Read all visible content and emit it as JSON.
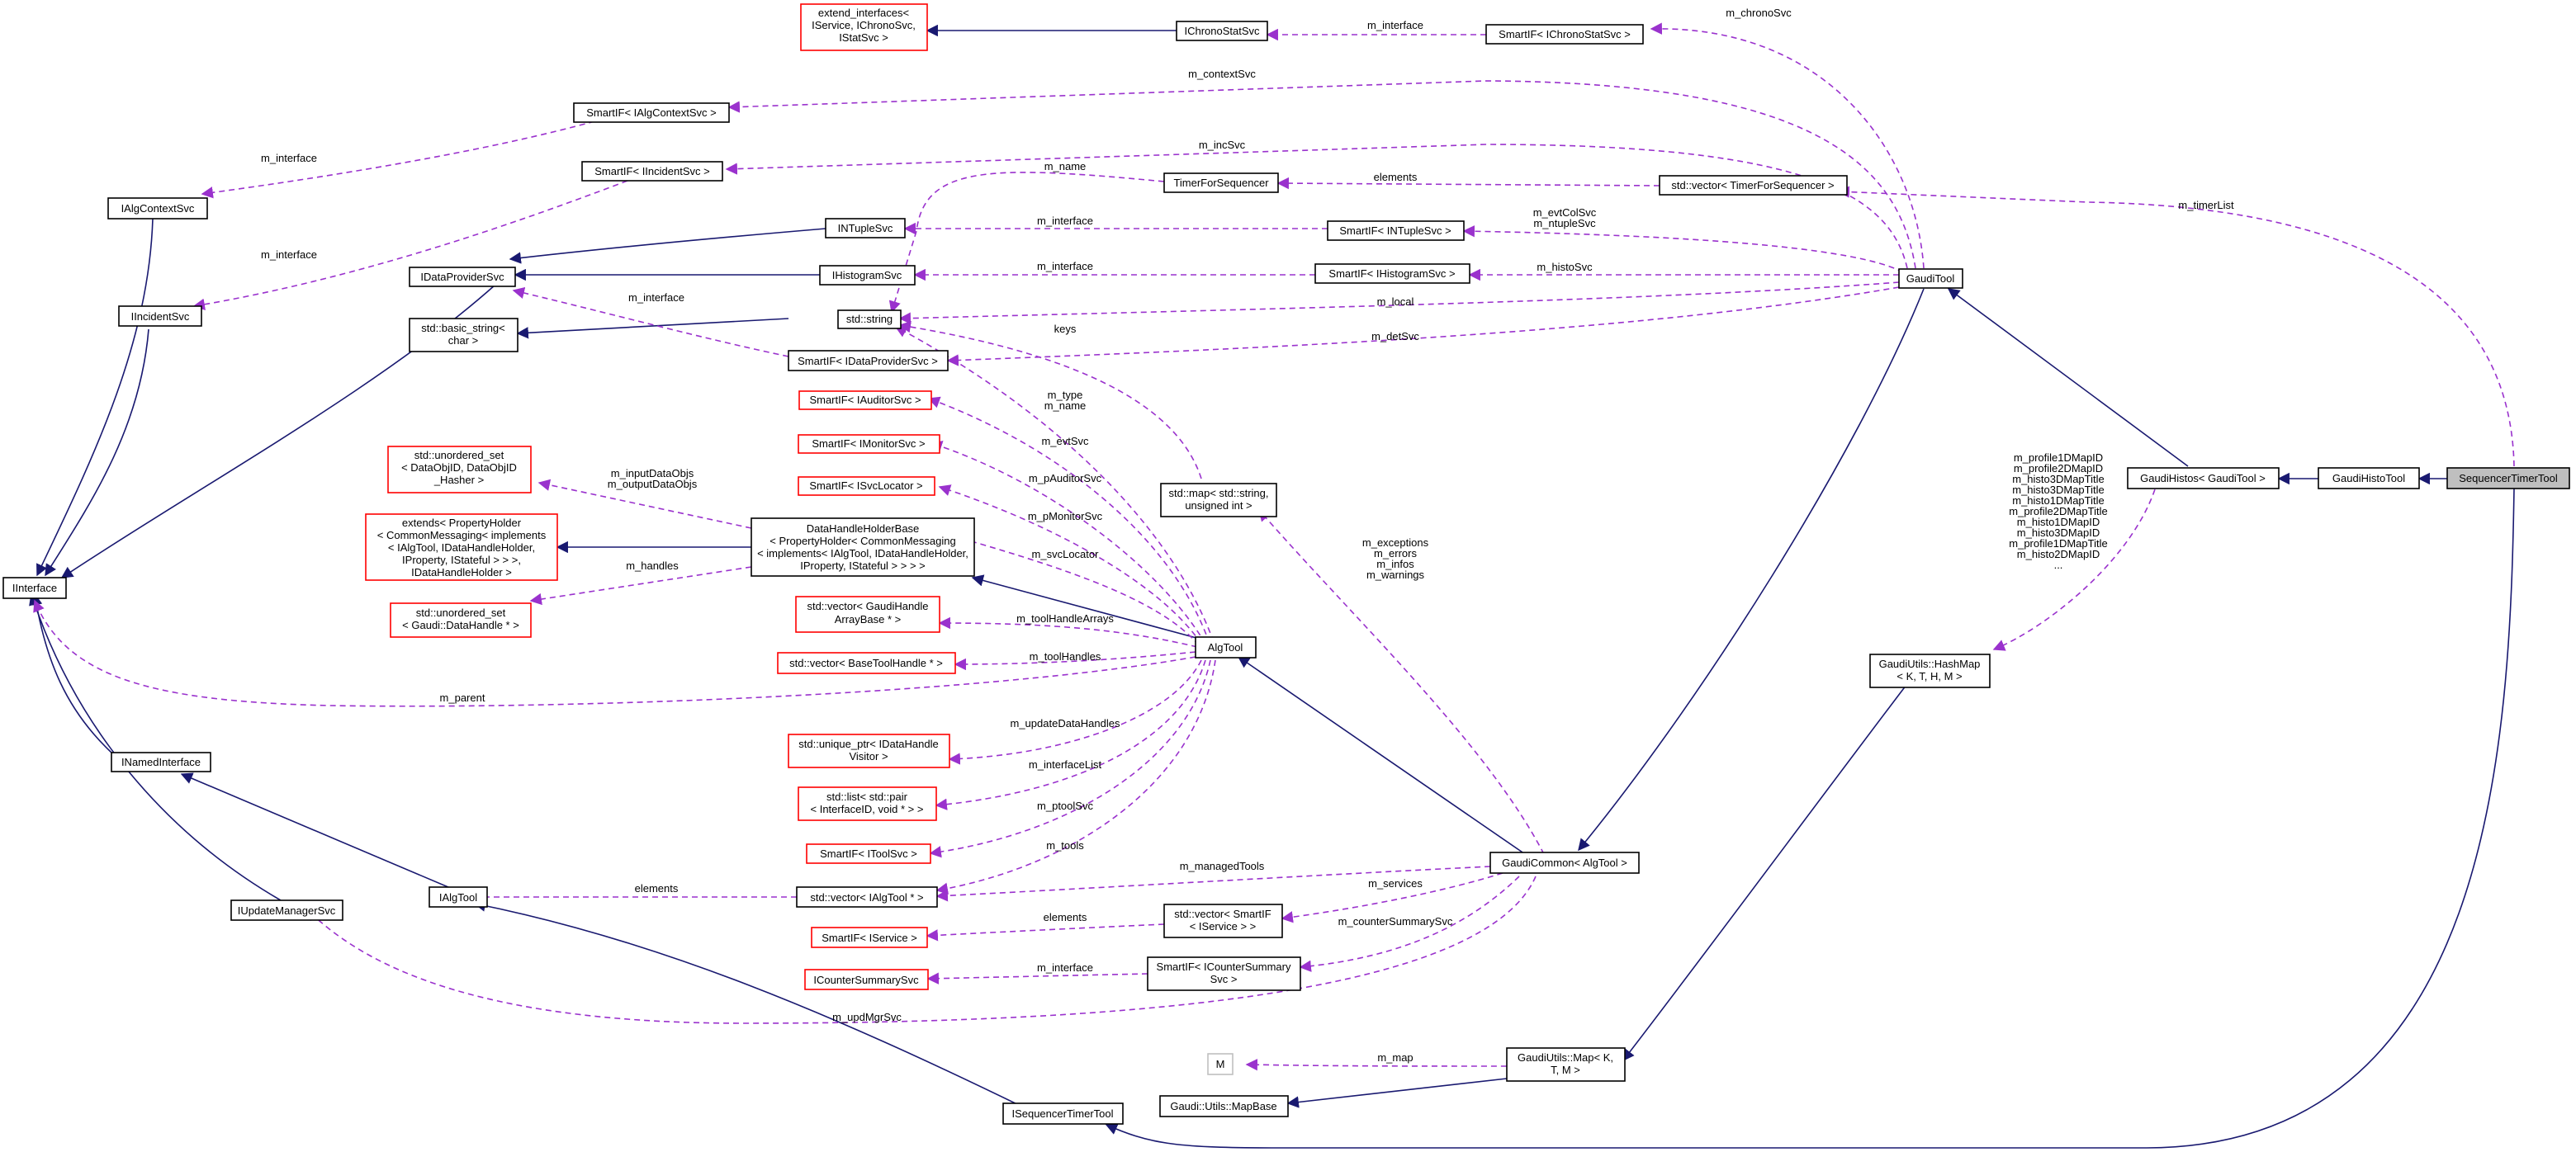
{
  "colors": {
    "inheritance": "#191970",
    "usage": "#9a32cd",
    "highlight_fill": "#bfbfbf",
    "incomplete_border": "#ff0000"
  },
  "nodes": [
    {
      "id": "extend_interfaces",
      "lines": [
        "extend_interfaces<",
        "IService, IChronoSvc,",
        "IStatSvc >"
      ],
      "style": "red"
    },
    {
      "id": "IChronoStatSvc",
      "lines": [
        "IChronoStatSvc"
      ],
      "style": "black"
    },
    {
      "id": "SmartIF_IChronoStatSvc",
      "lines": [
        "SmartIF< IChronoStatSvc >"
      ],
      "style": "black"
    },
    {
      "id": "SmartIF_IAlgContextSvc",
      "lines": [
        "SmartIF< IAlgContextSvc >"
      ],
      "style": "black"
    },
    {
      "id": "SmartIF_IIncidentSvc",
      "lines": [
        "SmartIF< IIncidentSvc >"
      ],
      "style": "black"
    },
    {
      "id": "TimerForSequencer",
      "lines": [
        "TimerForSequencer"
      ],
      "style": "black"
    },
    {
      "id": "vector_TimerForSequencer",
      "lines": [
        "std::vector< TimerForSequencer >"
      ],
      "style": "black"
    },
    {
      "id": "IAlgContextSvc",
      "lines": [
        "IAlgContextSvc"
      ],
      "style": "black"
    },
    {
      "id": "INTupleSvc",
      "lines": [
        "INTupleSvc"
      ],
      "style": "black"
    },
    {
      "id": "SmartIF_INTupleSvc",
      "lines": [
        "SmartIF< INTupleSvc >"
      ],
      "style": "black"
    },
    {
      "id": "IDataProviderSvc",
      "lines": [
        "IDataProviderSvc"
      ],
      "style": "black"
    },
    {
      "id": "IHistogramSvc",
      "lines": [
        "IHistogramSvc"
      ],
      "style": "black"
    },
    {
      "id": "SmartIF_IHistogramSvc",
      "lines": [
        "SmartIF< IHistogramSvc >"
      ],
      "style": "black"
    },
    {
      "id": "GaudiTool",
      "lines": [
        "GaudiTool"
      ],
      "style": "black"
    },
    {
      "id": "IIncidentSvc",
      "lines": [
        "IIncidentSvc"
      ],
      "style": "black"
    },
    {
      "id": "basic_string",
      "lines": [
        "std::basic_string<",
        "char >"
      ],
      "style": "black"
    },
    {
      "id": "std_string",
      "lines": [
        "std::string"
      ],
      "style": "black"
    },
    {
      "id": "SmartIF_IDataProviderSvc",
      "lines": [
        "SmartIF< IDataProviderSvc >"
      ],
      "style": "black"
    },
    {
      "id": "SmartIF_IAuditorSvc",
      "lines": [
        "SmartIF< IAuditorSvc >"
      ],
      "style": "red"
    },
    {
      "id": "SmartIF_IMonitorSvc",
      "lines": [
        "SmartIF< IMonitorSvc >"
      ],
      "style": "red"
    },
    {
      "id": "unordered_set_DataObjID",
      "lines": [
        "std::unordered_set",
        "< DataObjID, DataObjID",
        "_Hasher >"
      ],
      "style": "red"
    },
    {
      "id": "SmartIF_ISvcLocator",
      "lines": [
        "SmartIF< ISvcLocator >"
      ],
      "style": "red"
    },
    {
      "id": "map_string_uint",
      "lines": [
        "std::map< std::string,",
        "unsigned int >"
      ],
      "style": "black"
    },
    {
      "id": "GaudiHistos",
      "lines": [
        "GaudiHistos< GaudiTool >"
      ],
      "style": "black"
    },
    {
      "id": "GaudiHistoTool",
      "lines": [
        "GaudiHistoTool"
      ],
      "style": "black"
    },
    {
      "id": "SequencerTimerTool",
      "lines": [
        "SequencerTimerTool"
      ],
      "style": "highlight"
    },
    {
      "id": "extends_PropertyHolder",
      "lines": [
        "extends< PropertyHolder",
        "< CommonMessaging< implements",
        "< IAlgTool, IDataHandleHolder,",
        "IProperty, IStateful > > >,",
        "IDataHandleHolder >"
      ],
      "style": "red"
    },
    {
      "id": "DataHandleHolderBase",
      "lines": [
        "DataHandleHolderBase",
        "< PropertyHolder< CommonMessaging",
        "< implements< IAlgTool, IDataHandleHolder,",
        "IProperty, IStateful > > > >"
      ],
      "style": "black"
    },
    {
      "id": "IInterface",
      "lines": [
        "IInterface"
      ],
      "style": "black"
    },
    {
      "id": "unordered_set_DataHandle",
      "lines": [
        "std::unordered_set",
        "< Gaudi::DataHandle * >"
      ],
      "style": "red"
    },
    {
      "id": "vector_GaudiHandleArrayBase",
      "lines": [
        "std::vector< GaudiHandle",
        "ArrayBase * >"
      ],
      "style": "red"
    },
    {
      "id": "AlgTool",
      "lines": [
        "AlgTool"
      ],
      "style": "black"
    },
    {
      "id": "vector_BaseToolHandle",
      "lines": [
        "std::vector< BaseToolHandle * >"
      ],
      "style": "red"
    },
    {
      "id": "GaudiUtils_HashMap",
      "lines": [
        "GaudiUtils::HashMap",
        "< K, T, H, M >"
      ],
      "style": "black"
    },
    {
      "id": "unique_ptr_IDataHandleVisitor",
      "lines": [
        "std::unique_ptr< IDataHandle",
        "Visitor >"
      ],
      "style": "red"
    },
    {
      "id": "INamedInterface",
      "lines": [
        "INamedInterface"
      ],
      "style": "black"
    },
    {
      "id": "list_pair_InterfaceID",
      "lines": [
        "std::list< std::pair",
        "< InterfaceID, void * > >"
      ],
      "style": "red"
    },
    {
      "id": "SmartIF_IToolSvc",
      "lines": [
        "SmartIF< IToolSvc >"
      ],
      "style": "red"
    },
    {
      "id": "GaudiCommon_AlgTool",
      "lines": [
        "GaudiCommon< AlgTool >"
      ],
      "style": "black"
    },
    {
      "id": "IAlgTool",
      "lines": [
        "IAlgTool"
      ],
      "style": "black"
    },
    {
      "id": "vector_IAlgTool",
      "lines": [
        "std::vector< IAlgTool * >"
      ],
      "style": "black"
    },
    {
      "id": "IUpdateManagerSvc",
      "lines": [
        "IUpdateManagerSvc"
      ],
      "style": "black"
    },
    {
      "id": "vector_SmartIF_IService",
      "lines": [
        "std::vector< SmartIF",
        "< IService > >"
      ],
      "style": "black"
    },
    {
      "id": "SmartIF_IService",
      "lines": [
        "SmartIF< IService >"
      ],
      "style": "red"
    },
    {
      "id": "ICounterSummarySvc",
      "lines": [
        "ICounterSummarySvc"
      ],
      "style": "red"
    },
    {
      "id": "SmartIF_ICounterSummarySvc",
      "lines": [
        "SmartIF< ICounterSummary",
        "Svc >"
      ],
      "style": "black"
    },
    {
      "id": "M",
      "lines": [
        "M"
      ],
      "style": "grey"
    },
    {
      "id": "GaudiUtils_Map",
      "lines": [
        "GaudiUtils::Map< K,",
        "T, M >"
      ],
      "style": "black"
    },
    {
      "id": "Gaudi_Utils_MapBase",
      "lines": [
        "Gaudi::Utils::MapBase"
      ],
      "style": "black"
    },
    {
      "id": "ISequencerTimerTool",
      "lines": [
        "ISequencerTimerTool"
      ],
      "style": "black"
    }
  ],
  "edge_labels": [
    "m_chronoSvc",
    "m_interface",
    "m_contextSvc",
    "m_interface",
    "m_incSvc",
    "m_name",
    "elements",
    "m_timerList",
    "m_interface",
    "m_evtColSvc",
    "m_ntupleSvc",
    "m_interface",
    "m_interface",
    "m_histoSvc",
    "m_interface",
    "m_local",
    "m_detSvc",
    "keys",
    "m_type",
    "m_name",
    "m_evtSvc",
    "m_pAuditorSvc",
    "m_inputDataObjs",
    "m_outputDataObjs",
    "m_pMonitorSvc",
    "m_profile1DMapID",
    "m_profile2DMapID",
    "m_histo3DMapTitle",
    "m_histo3DMapTitle",
    "m_histo1DMapTitle",
    "m_profile2DMapTitle",
    "m_histo1DMapID",
    "m_histo3DMapID",
    "m_profile1DMapTitle",
    "m_histo2DMapID",
    "...",
    "m_exceptions",
    "m_errors",
    "m_infos",
    "m_warnings",
    "m_svcLocator",
    "m_handles",
    "m_toolHandleArrays",
    "m_toolHandles",
    "m_parent",
    "m_updateDataHandles",
    "m_interfaceList",
    "m_ptoolSvc",
    "m_tools",
    "m_managedTools",
    "elements",
    "m_services",
    "elements",
    "m_counterSummarySvc",
    "m_interface",
    "m_updMgrSvc",
    "m_map"
  ]
}
